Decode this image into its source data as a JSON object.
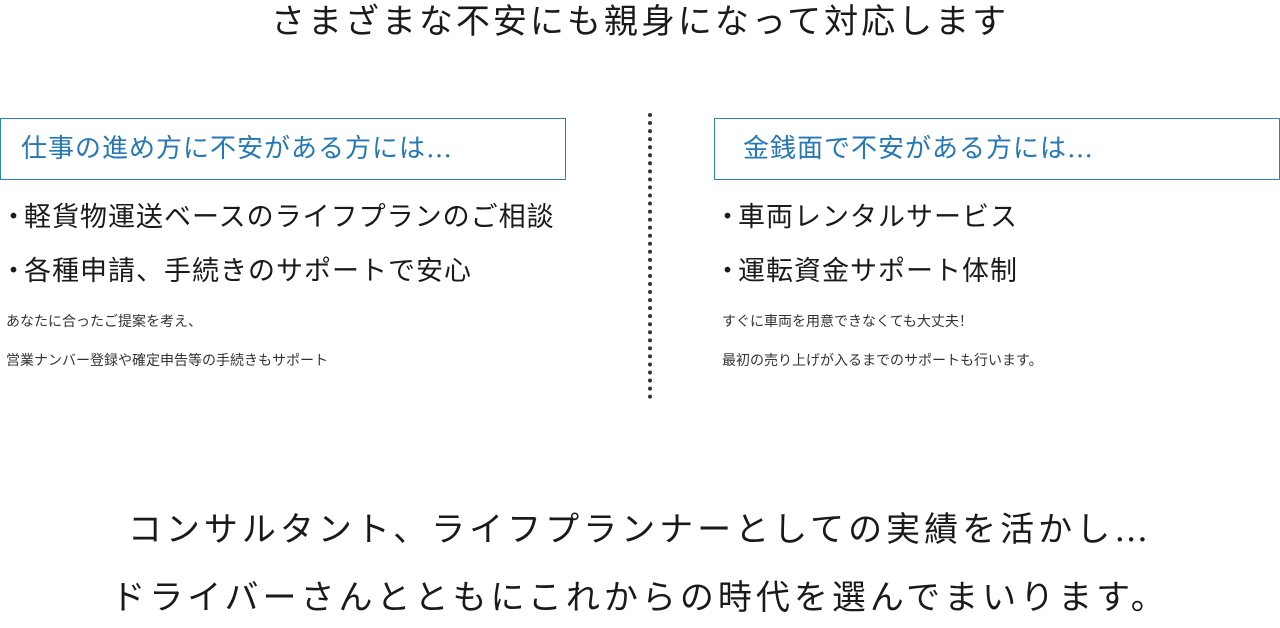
{
  "heading": "さまざまな不安にも親身になって対応します",
  "left": {
    "box_title": "仕事の進め方に不安がある方には…",
    "bullets": [
      "軽貨物運送ベースのライフプランのご相談",
      "各種申請、手続きのサポートで安心"
    ],
    "notes": [
      "あなたに合ったご提案を考え、",
      "営業ナンバー登録や確定申告等の手続きもサポート"
    ]
  },
  "right": {
    "box_title": "金銭面で不安がある方には…",
    "bullets": [
      "車両レンタルサービス",
      "運転資金サポート体制"
    ],
    "notes": [
      "すぐに車両を用意できなくても大丈夫！",
      "最初の売り上げが入るまでのサポートも行います。"
    ]
  },
  "bullet_mark": "・",
  "closing": [
    "コンサルタント、ライフプランナーとしての実績を活かし…",
    "ドライバーさんとともにこれからの時代を選んでまいります。"
  ],
  "colors": {
    "accent": "#2378b5",
    "text": "#1a1a1a"
  }
}
